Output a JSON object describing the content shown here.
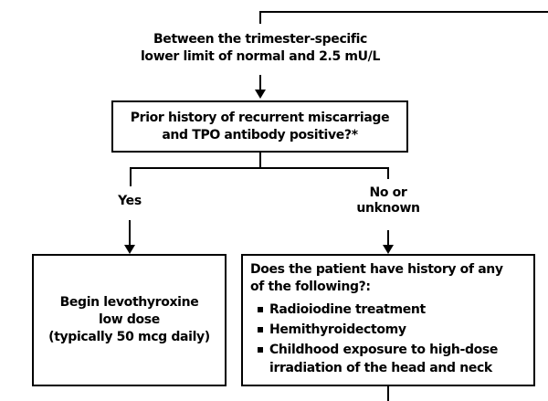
{
  "diagram": {
    "title_hint": "thyroid management flowchart segment",
    "colors": {
      "background": "#ffffff",
      "line": "#000000",
      "text": "#000000"
    },
    "entry": {
      "line1": "Between the trimester-specific",
      "line2": "lower limit of normal and 2.5 mU/L"
    },
    "decision": {
      "line1": "Prior history of recurrent miscarriage",
      "line2": "and TPO antibody positive?*"
    },
    "branches": {
      "yes_label": "Yes",
      "no_label_line1": "No or",
      "no_label_line2": "unknown"
    },
    "yes_outcome": {
      "line1": "Begin levothyroxine",
      "line2": "low dose",
      "line3": "(typically 50 mcg daily)"
    },
    "no_outcome": {
      "intro_line1": "Does the patient have history of any",
      "intro_line2": "of the following?:",
      "bullets": [
        "Radioiodine treatment",
        "Hemithyroidectomy",
        "Childhood exposure to high-dose irradiation of the head and neck"
      ]
    }
  }
}
